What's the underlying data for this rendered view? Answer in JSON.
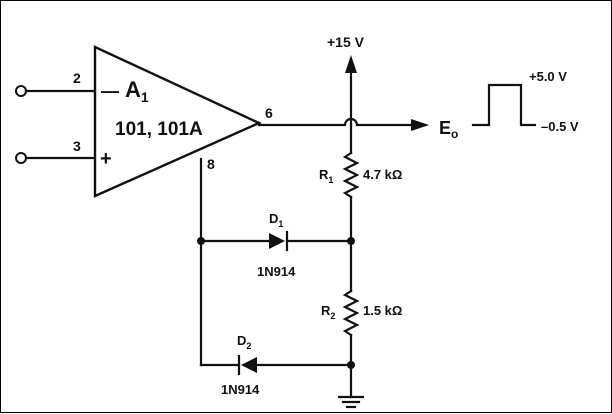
{
  "opamp": {
    "name": "A",
    "name_sub": "1",
    "model": "101, 101A",
    "pin_inverting": "2",
    "pin_noninverting": "3",
    "pin_output": "6",
    "pin_comp": "8",
    "sign_minus": "—",
    "sign_plus": "+"
  },
  "supply": {
    "label": "+15 V"
  },
  "output": {
    "label": "E",
    "label_sub": "o"
  },
  "waveform": {
    "high": "+5.0 V",
    "low": "–0.5 V"
  },
  "r1": {
    "name": "R",
    "sub": "1",
    "value": "4.7 kΩ"
  },
  "r2": {
    "name": "R",
    "sub": "2",
    "value": "1.5 kΩ"
  },
  "d1": {
    "name": "D",
    "sub": "1",
    "part": "1N914"
  },
  "d2": {
    "name": "D",
    "sub": "2",
    "part": "1N914"
  }
}
